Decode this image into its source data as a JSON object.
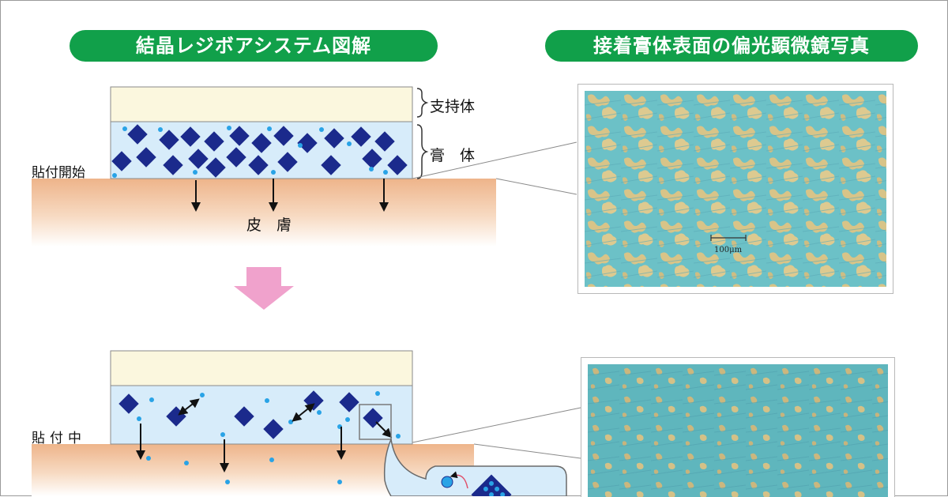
{
  "headings": {
    "left": "結晶レジボアシステム図解",
    "right": "接着膏体表面の偏光顕微鏡写真"
  },
  "diagram_top": {
    "backing_label": "支持体",
    "paste_label": "膏　体",
    "stage_label": "貼付開始",
    "skin_label": "皮　膚"
  },
  "diagram_bottom": {
    "stage_label": "貼付中"
  },
  "micrograph": {
    "scale_bar": "100μm"
  },
  "colors": {
    "heading_green": "#11a04a",
    "crystal_navy": "#1b2a8c",
    "drug_blue": "#29a3e6",
    "skin_peach": "#f1c09a",
    "backing_cream": "#fbf7de",
    "paste_lightblue": "#d7ecfa",
    "transition_arrow_pink": "#f0a2cc"
  },
  "icons": {
    "transition": "down-arrow-icon",
    "release": "release-arrow-icon",
    "dissolve": "double-arrow-icon"
  }
}
